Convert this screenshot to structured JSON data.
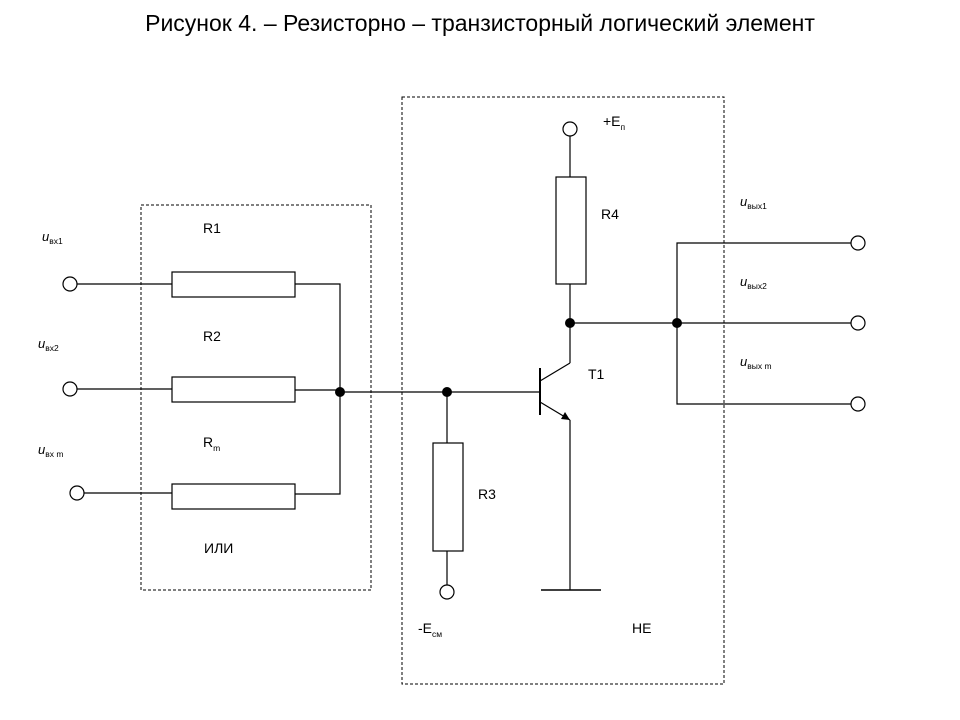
{
  "title": "Рисунок 4.   – Резисторно – транзисторный логический элемент",
  "labels": {
    "r1": "R1",
    "r2": "R2",
    "rm": "R",
    "rm_sub": "m",
    "r3": "R3",
    "r4": "R4",
    "t1": "T1",
    "or_block": "ИЛИ",
    "not_block": "НЕ",
    "ep": "+E",
    "ep_sub": "п",
    "ecm": "-E",
    "ecm_sub": "см",
    "u": "u",
    "in1_sub": "вх1",
    "in2_sub": "вх2",
    "inm_sub": "вх m",
    "out1_sub": "вых1",
    "out2_sub": "вых2",
    "outm_sub": "вых m"
  }
}
